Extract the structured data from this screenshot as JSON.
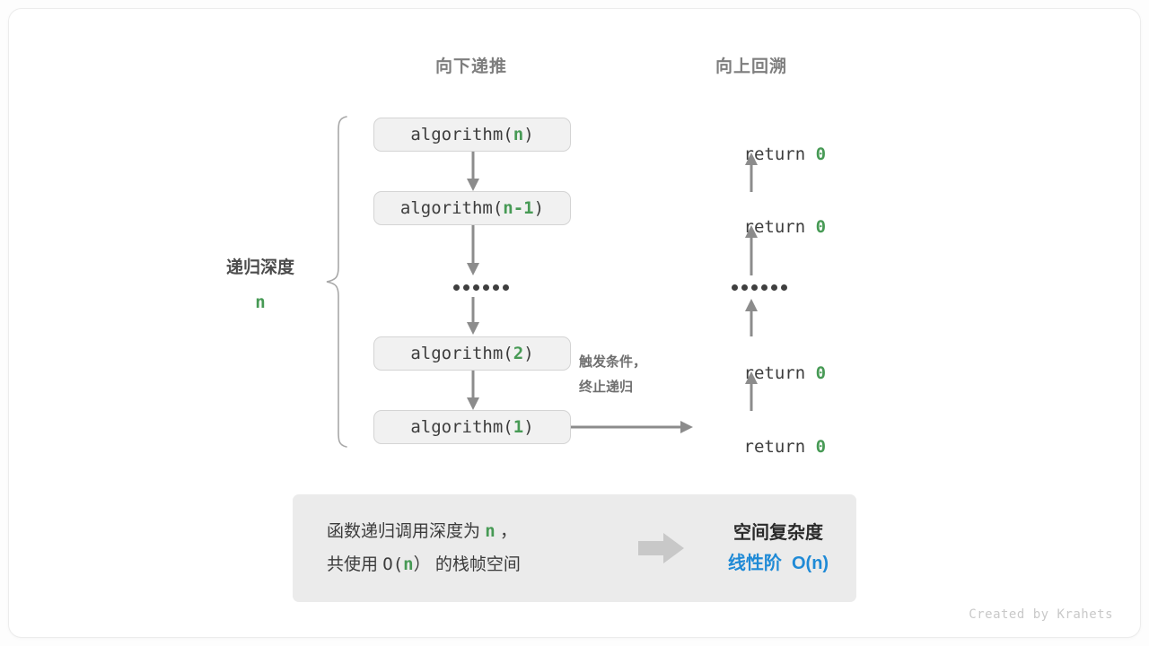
{
  "watermark": "Created by Krahets",
  "headers": {
    "down": "向下递推",
    "up": "向上回溯"
  },
  "depth": {
    "label": "递归深度",
    "value": "n"
  },
  "side_note": {
    "line1": "触发条件，",
    "line2": "终止递归"
  },
  "calls": [
    {
      "prefix": "algorithm(",
      "arg": "n",
      "suffix": ")"
    },
    {
      "prefix": "algorithm(",
      "arg": "n-1",
      "suffix": ")"
    },
    {
      "prefix": "algorithm(",
      "arg": "2",
      "suffix": ")"
    },
    {
      "prefix": "algorithm(",
      "arg": "1",
      "suffix": ")"
    }
  ],
  "returns": [
    {
      "keyword": "return ",
      "value": "0"
    },
    {
      "keyword": "return ",
      "value": "0"
    },
    {
      "keyword": "return ",
      "value": "0"
    },
    {
      "keyword": "return ",
      "value": "0"
    }
  ],
  "summary": {
    "line1_a": "函数递归调用深度为 ",
    "line1_n": "n",
    "line1_b": " ，",
    "line2_a": "共使用 ",
    "line2_o": "O(",
    "line2_n": "n",
    "line2_c": "）",
    "line2_b": " 的栈帧空间",
    "result_title": "空间复杂度",
    "result_value": "线性阶  O(n)"
  },
  "colors": {
    "green": "#479a55",
    "blue": "#1f8ad6",
    "gray_text": "#7e7e7e",
    "arrow": "#8c8c8c",
    "box_fill": "#f1f1f1",
    "summary_fill": "#ebebeb"
  }
}
